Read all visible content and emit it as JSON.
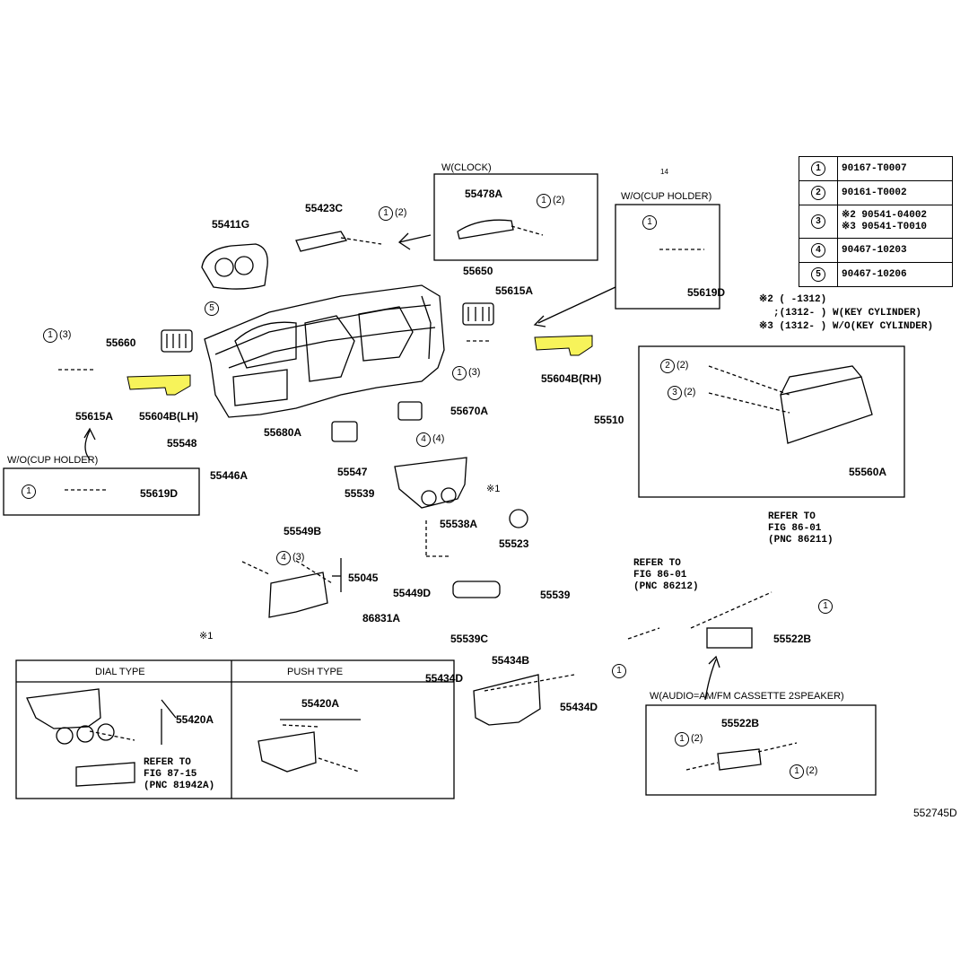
{
  "legend": [
    {
      "num": "1",
      "part": "90167-T0007"
    },
    {
      "num": "2",
      "part": "90161-T0002"
    },
    {
      "num": "3",
      "part": "※2 90541-04002",
      "part2": "※3 90541-T0010"
    },
    {
      "num": "4",
      "part": "90467-10203"
    },
    {
      "num": "5",
      "part": "90467-10206"
    }
  ],
  "notes": {
    "n2": "※2 (      -1312)",
    "n2b": ";(1312-      ) W(KEY CYLINDER)",
    "n3": "※3 (1312-      ) W/O(KEY CYLINDER)"
  },
  "boxes": {
    "w_clock": "W(CLOCK)",
    "wo_cup_right": "W/O(CUP HOLDER)",
    "wo_cup_left": "W/O(CUP HOLDER)",
    "dial_type": "DIAL TYPE",
    "push_type": "PUSH TYPE",
    "w_audio": "W(AUDIO=AM/FM CASSETTE 2SPEAKER)"
  },
  "markers": {
    "m1_1": "※1",
    "m1_2": "※1",
    "small14": "14"
  },
  "parts": {
    "p55411G": "55411G",
    "p55423C": "55423C",
    "p55478A": "55478A",
    "p55650": "55650",
    "p55615A_top": "55615A",
    "p55619D_top": "55619D",
    "p55660": "55660",
    "p55615A_left": "55615A",
    "p55604B_LH": "55604B(LH)",
    "p55604B_RH": "55604B(RH)",
    "p55548": "55548",
    "p55670A": "55670A",
    "p55680A": "55680A",
    "p55510": "55510",
    "p55560A": "55560A",
    "p55619D_left": "55619D",
    "p55446A": "55446A",
    "p55547": "55547",
    "p55539_a": "55539",
    "p55549B": "55549B",
    "p55538A": "55538A",
    "p55523": "55523",
    "p55045": "55045",
    "p55449D": "55449D",
    "p55539_b": "55539",
    "p86831A": "86831A",
    "p55539C": "55539C",
    "p55420A_dial": "55420A",
    "p55420A_push": "55420A",
    "p55434B": "55434B",
    "p55434D_l": "55434D",
    "p55434D_r": "55434D",
    "p55522B": "55522B",
    "p55522B_box": "55522B"
  },
  "refs": {
    "ref1": [
      "REFER TO",
      "FIG 86-01",
      "(PNC 86211)"
    ],
    "ref2": [
      "REFER TO",
      "FIG 86-01",
      "(PNC 86212)"
    ],
    "ref3": [
      "REFER TO",
      "FIG 87-15",
      "(PNC 81942A)"
    ]
  },
  "callouts": {
    "q_1_2": "(2)",
    "q_1_3": "(3)",
    "q_2_2": "(2)",
    "q_3_2": "(2)",
    "q_4_4": "(4)",
    "q_4_3": "(3)"
  },
  "diagram_id": "552745D",
  "highlight_color": "#f7f35a"
}
